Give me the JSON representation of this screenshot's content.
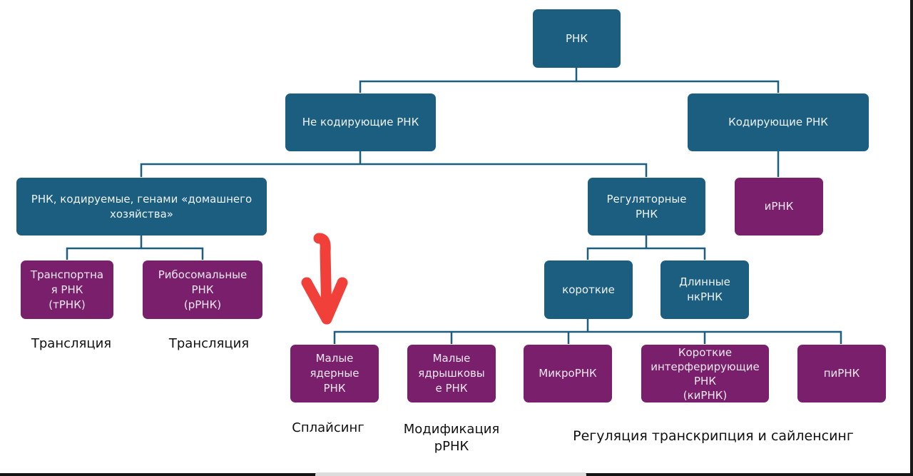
{
  "diagram": {
    "root": "РНК",
    "noncoding": "Не кодирующие РНК",
    "coding": "Кодирующие РНК",
    "housekeeping": "РНК, кодируемые, генами «домашнего\nхозяйства»",
    "regulatory": "Регуляторные\nРНК",
    "mrna": "иРНК",
    "trna": "Транспортна\nя РНК\n(тРНК)",
    "rrna": "Рибосомальные\nРНК\n(рРНК)",
    "short": "короткие",
    "long": "Длинные\nнкРНК",
    "snrna": "Малые\nядерные\nРНК",
    "snorna": "Малые\nядрышковы\nе РНК",
    "mirna": "МикроРНК",
    "sirna": "Короткие\nинтерферирующие\nРНК\n(киРНК)",
    "pirna": "пиРНК"
  },
  "captions": {
    "trna_function": "Трансляция",
    "rrna_function": "Трансляция",
    "snrna_function": "Сплайсинг",
    "snorna_function": "Модификация\nрРНК",
    "regulatory_function": "Регуляция транскрипция и сайленсинг"
  },
  "colors": {
    "blue_node": "#1c5e80",
    "purple_node": "#7a1f6c",
    "connector": "#1c5e80",
    "annotation_arrow": "#f1403a"
  }
}
